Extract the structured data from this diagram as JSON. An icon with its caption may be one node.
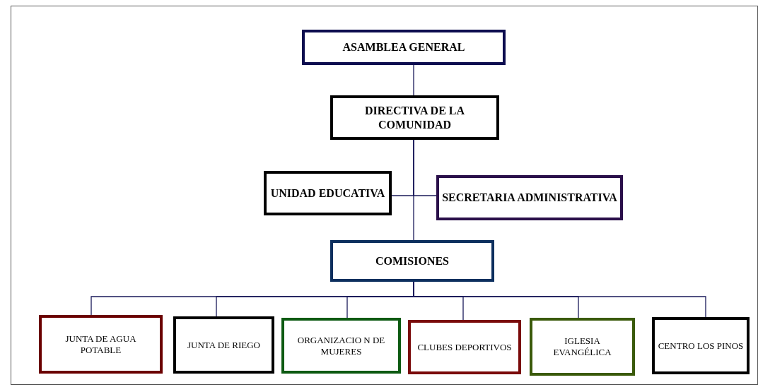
{
  "diagram": {
    "nodes": [
      {
        "text": [
          "ASAMBLEA GENERAL"
        ]
      },
      {
        "text": [
          "DIRECTIVA DE LA COMUNIDAD"
        ]
      },
      {
        "text": [
          "UNIDAD EDUCATIVA"
        ]
      },
      {
        "text": [
          "SECRETARIA ADMINISTRATIVA"
        ]
      },
      {
        "text": [
          "COMISIONES"
        ]
      },
      {
        "text": [
          "JUNTA DE AGUA POTABLE"
        ]
      },
      {
        "text": [
          "JUNTA DE RIEGO"
        ]
      },
      {
        "text": [
          "ORGANIZACIO N DE MUJERES"
        ]
      },
      {
        "text": [
          "CLUBES DEPORTIVOS"
        ]
      },
      {
        "text": [
          "IGLESIA EVANGÉLICA"
        ]
      },
      {
        "text": [
          "CENTRO LOS PINOS"
        ]
      }
    ],
    "edges": [
      {
        "from": 0,
        "to": 1,
        "arrow": "none"
      },
      {
        "from": 1,
        "to": 2,
        "arrow": "none"
      },
      {
        "from": 1,
        "to": 3,
        "arrow": "none"
      },
      {
        "from": 1,
        "to": 4,
        "arrow": "none"
      },
      {
        "from": 4,
        "to": 5,
        "arrow": "none"
      },
      {
        "from": 4,
        "to": 6,
        "arrow": "none"
      },
      {
        "from": 4,
        "to": 7,
        "arrow": "none"
      },
      {
        "from": 4,
        "to": 8,
        "arrow": "none"
      },
      {
        "from": 4,
        "to": 9,
        "arrow": "none"
      },
      {
        "from": 4,
        "to": 10,
        "arrow": "none"
      }
    ]
  }
}
